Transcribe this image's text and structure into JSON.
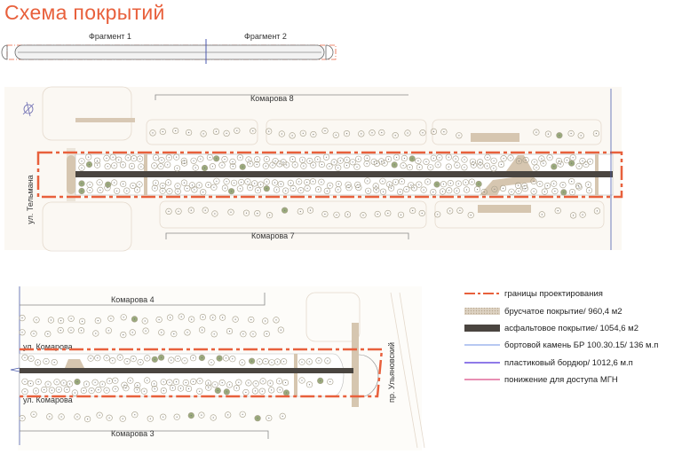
{
  "title": "Схема покрытий",
  "overview": {
    "fragment1": "Фрагмент 1",
    "fragment2": "Фрагмент 2"
  },
  "fragment1": {
    "street_top": "Комарова 8",
    "street_bottom": "Комарова 7",
    "street_left": "ул. Тельмана"
  },
  "fragment2": {
    "street_top": "Комарова 4",
    "street_bottom": "Комарова 3",
    "road_top": "ул. Комарова",
    "road_bottom": "ул. Комарова",
    "street_right": "пр. Ульяновский"
  },
  "legend": [
    {
      "label": "границы проектирования",
      "symbol": "dash-dot-line",
      "color": "#e8603c"
    },
    {
      "label": "брусчатое покрытие/ 960,4 м2",
      "symbol": "hatched-fill",
      "color": "#d8ccbc"
    },
    {
      "label": "асфальтовое покрытие/ 1054,6 м2",
      "symbol": "solid-fill",
      "color": "#4a4540"
    },
    {
      "label": "бортовой камень БР 100.30.15/ 136 м.п",
      "symbol": "line",
      "color": "#9fb6ee"
    },
    {
      "label": "пластиковый бордюр/ 1012,6 м.п",
      "symbol": "line",
      "color": "#6a4fe0"
    },
    {
      "label": "понижение для доступа МГН",
      "symbol": "line",
      "color": "#e06a9a"
    }
  ],
  "colors": {
    "accent": "#e8603c",
    "paving": "#d6c6b0",
    "asphalt": "#4a4540",
    "tree": "#a7a08c",
    "tree_planted": "#9aaa7c"
  }
}
